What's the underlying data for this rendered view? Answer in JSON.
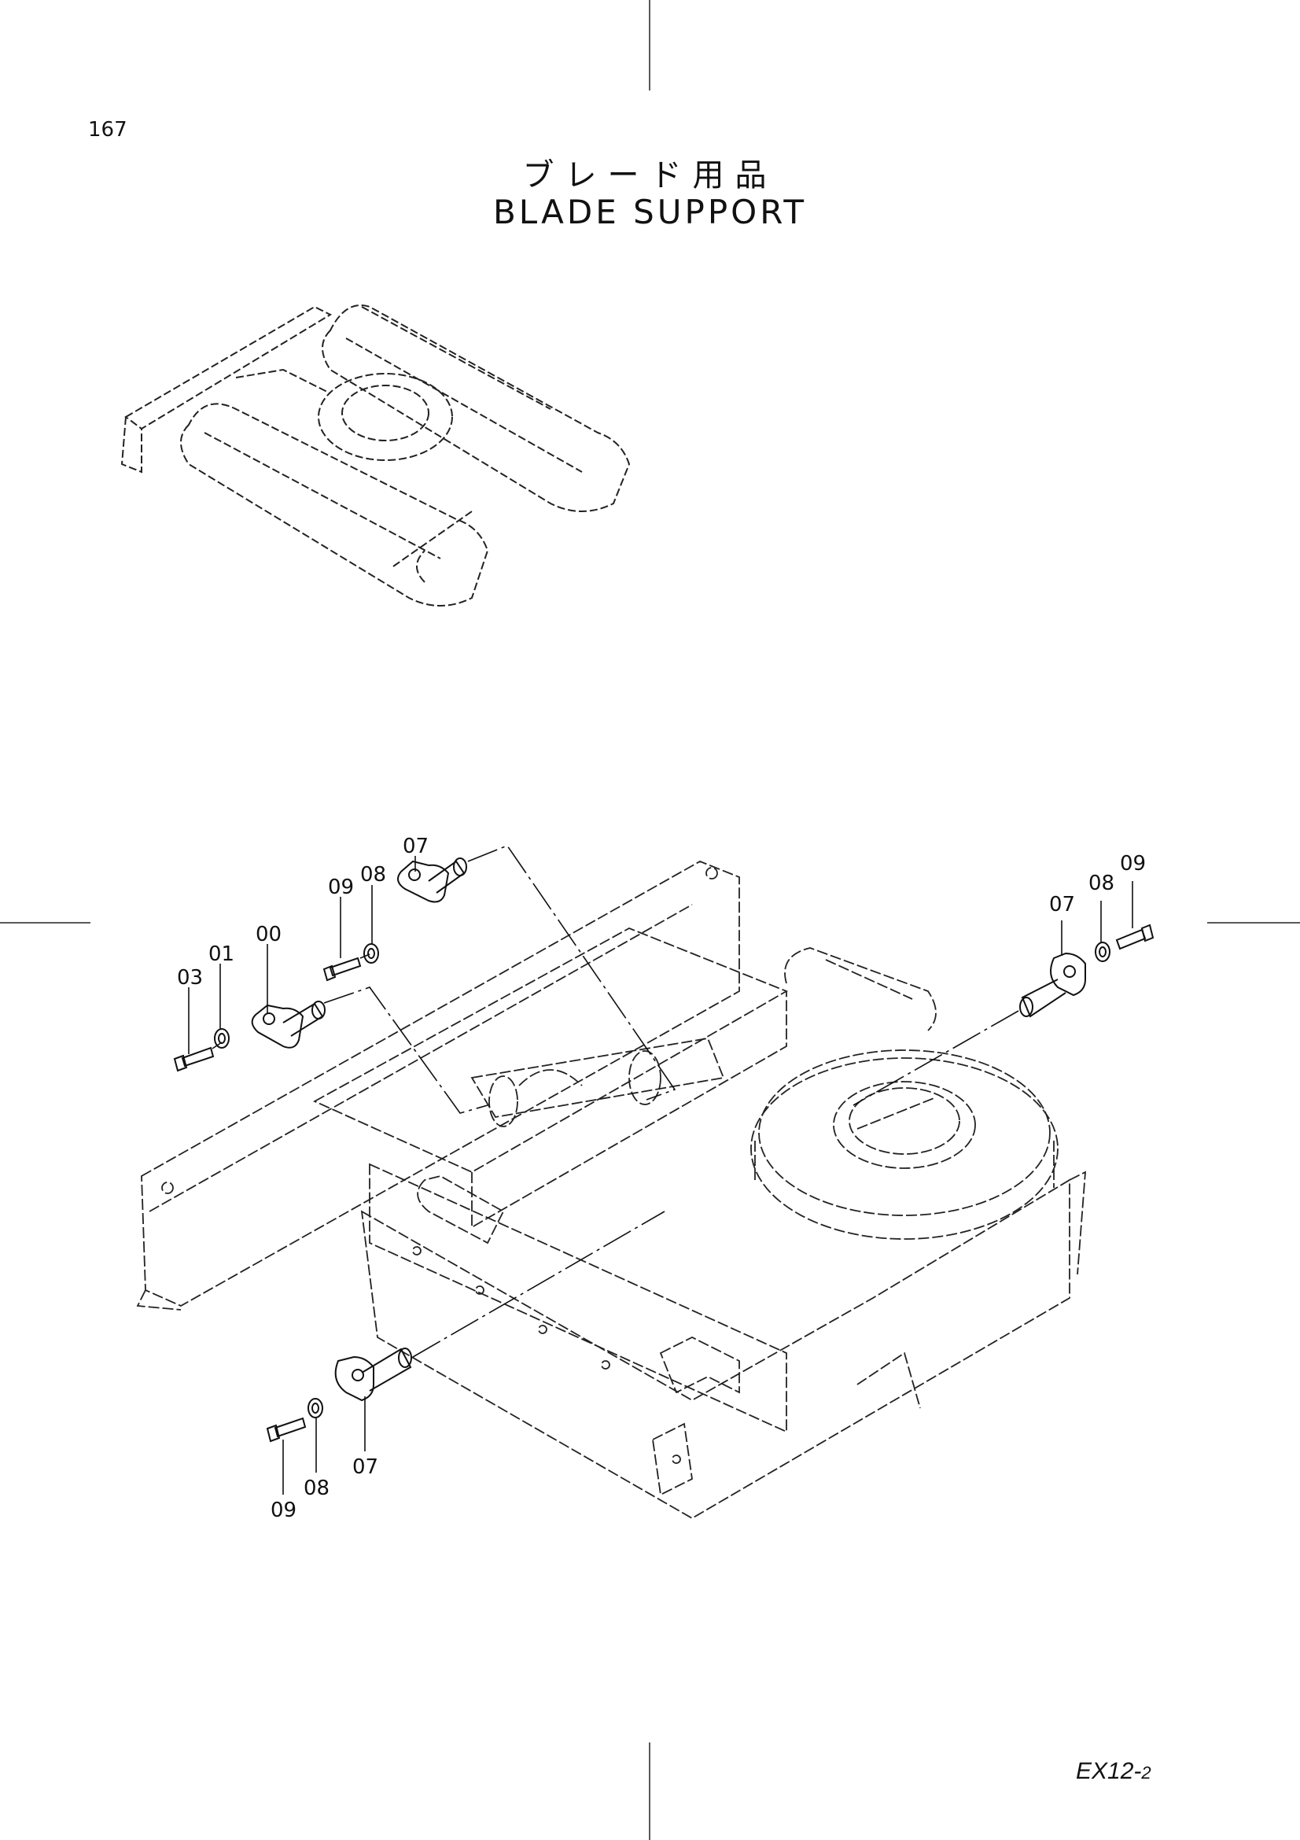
{
  "page": {
    "number": "167"
  },
  "title": {
    "japanese": "ブレード用品",
    "english": "BLADE SUPPORT"
  },
  "footer": {
    "model": "EX12-",
    "model_suffix": "2"
  },
  "callouts": {
    "c07_top": "07",
    "c09_top": "09",
    "c08_top": "08",
    "c00": "00",
    "c01": "01",
    "c03": "03",
    "c09_right": "09",
    "c08_right": "08",
    "c07_right": "07",
    "c09_bottom": "09",
    "c08_bottom": "08",
    "c07_bottom": "07"
  }
}
